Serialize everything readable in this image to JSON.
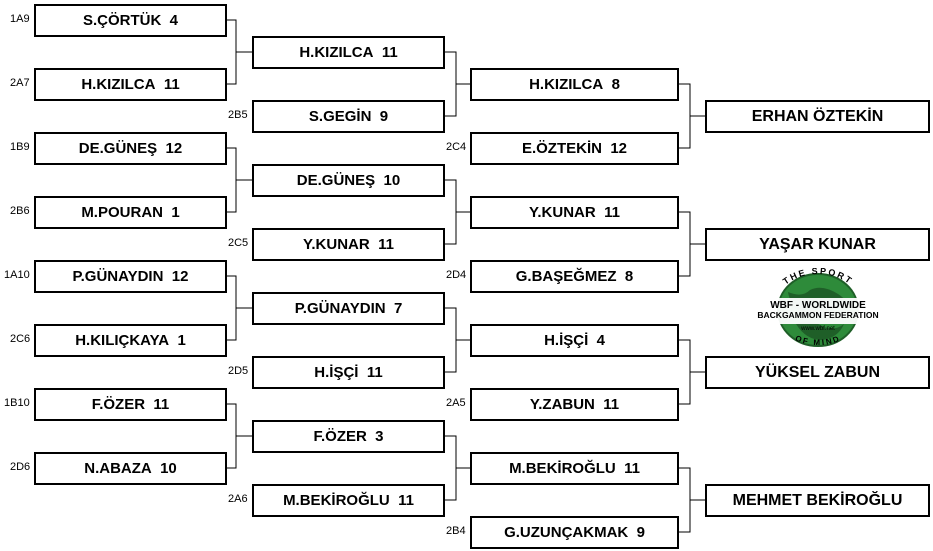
{
  "round1": [
    {
      "seed": "1A9",
      "name": "S.ÇÖRTÜK",
      "score": "4"
    },
    {
      "seed": "2A7",
      "name": "H.KIZILCA",
      "score": "11"
    },
    {
      "seed": "1B9",
      "name": "DE.GÜNEŞ",
      "score": "12"
    },
    {
      "seed": "2B6",
      "name": "M.POURAN",
      "score": "1"
    },
    {
      "seed": "1A10",
      "name": "P.GÜNAYDIN",
      "score": "12"
    },
    {
      "seed": "2C6",
      "name": "H.KILIÇKAYA",
      "score": "1"
    },
    {
      "seed": "1B10",
      "name": "F.ÖZER",
      "score": "11"
    },
    {
      "seed": "2D6",
      "name": "N.ABAZA",
      "score": "10"
    }
  ],
  "round2": [
    {
      "seed": "",
      "name": "H.KIZILCA",
      "score": "11"
    },
    {
      "seed": "2B5",
      "name": "S.GEGİN",
      "score": "9"
    },
    {
      "seed": "",
      "name": "DE.GÜNEŞ",
      "score": "10"
    },
    {
      "seed": "2C5",
      "name": "Y.KUNAR",
      "score": "11"
    },
    {
      "seed": "",
      "name": "P.GÜNAYDIN",
      "score": "7"
    },
    {
      "seed": "2D5",
      "name": "H.İŞÇİ",
      "score": "11"
    },
    {
      "seed": "",
      "name": "F.ÖZER",
      "score": "3"
    },
    {
      "seed": "2A6",
      "name": "M.BEKİROĞLU",
      "score": "11"
    }
  ],
  "round3": [
    {
      "seed": "",
      "name": "H.KIZILCA",
      "score": "8"
    },
    {
      "seed": "2C4",
      "name": "E.ÖZTEKİN",
      "score": "12"
    },
    {
      "seed": "",
      "name": "Y.KUNAR",
      "score": "11"
    },
    {
      "seed": "2D4",
      "name": "G.BAŞEĞMEZ",
      "score": "8"
    },
    {
      "seed": "",
      "name": "H.İŞÇİ",
      "score": "4"
    },
    {
      "seed": "2A5",
      "name": "Y.ZABUN",
      "score": "11"
    },
    {
      "seed": "",
      "name": "M.BEKİROĞLU",
      "score": "11"
    },
    {
      "seed": "2B4",
      "name": "G.UZUNÇAKMAK",
      "score": "9"
    }
  ],
  "winners": [
    {
      "name": "ERHAN ÖZTEKİN"
    },
    {
      "name": "YAŞAR KUNAR"
    },
    {
      "name": "YÜKSEL ZABUN"
    },
    {
      "name": "MEHMET BEKİROĞLU"
    }
  ],
  "logo": {
    "top_text": "THE SPORT",
    "line1": "WBF - WORLDWIDE",
    "line2": "BACKGAMMON FEDERATION",
    "url": "www.wbf.net",
    "bottom_text": "OF MIND",
    "colors": {
      "globe": "#2e8b3a",
      "globe_dark": "#1f5f28",
      "text": "#000000"
    }
  }
}
